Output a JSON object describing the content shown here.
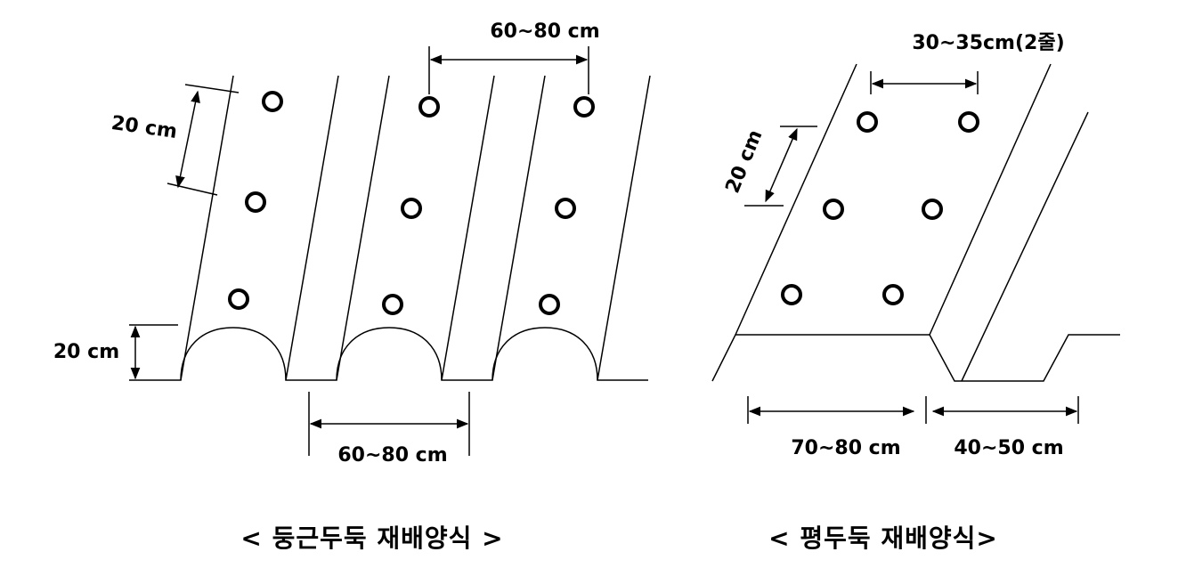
{
  "round_ridge": {
    "caption": "< 둥근두둑 재배양식 >",
    "top_spacing": "60~80 cm",
    "plant_spacing": "20 cm",
    "ridge_height": "20 cm",
    "bottom_spacing": "60~80 cm"
  },
  "flat_ridge": {
    "caption": "< 평두둑 재배양식>",
    "row_spacing": "30~35cm(2줄)",
    "plant_spacing": "20 cm",
    "bed_width": "70~80 cm",
    "furrow_width": "40~50 cm"
  }
}
